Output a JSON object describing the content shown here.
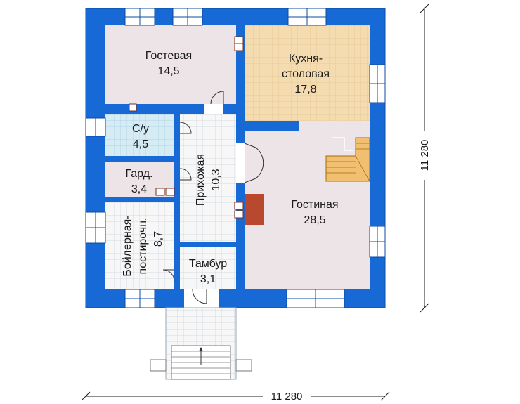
{
  "colors": {
    "wall": "#1769d6",
    "guest_room": "#ece4e6",
    "kitchen": "#f4dcb0",
    "living": "#ece4e6",
    "bath": "#d5ecf5",
    "hall": "#eeeeee",
    "grid": "#c9d2dc",
    "stair": "#f0c070",
    "chimney": "#b8492e"
  },
  "rooms": {
    "guest": {
      "name": "Гостевая",
      "area": "14,5"
    },
    "kitchen": {
      "name_line1": "Кухня-",
      "name_line2": "столовая",
      "area": "17,8"
    },
    "bath": {
      "name": "С/у",
      "area": "4,5"
    },
    "wardrobe": {
      "name": "Гард.",
      "area": "3,4"
    },
    "hall": {
      "name": "Прихожая",
      "area": "10,3"
    },
    "living": {
      "name": "Гостиная",
      "area": "28,5"
    },
    "boiler": {
      "name_line1": "Бойлерная-",
      "name_line2": "постирочн.",
      "area": "8,7"
    },
    "vestibule": {
      "name": "Тамбур",
      "area": "3,1"
    }
  },
  "dimensions": {
    "width": "11 280",
    "height": "11 280"
  }
}
